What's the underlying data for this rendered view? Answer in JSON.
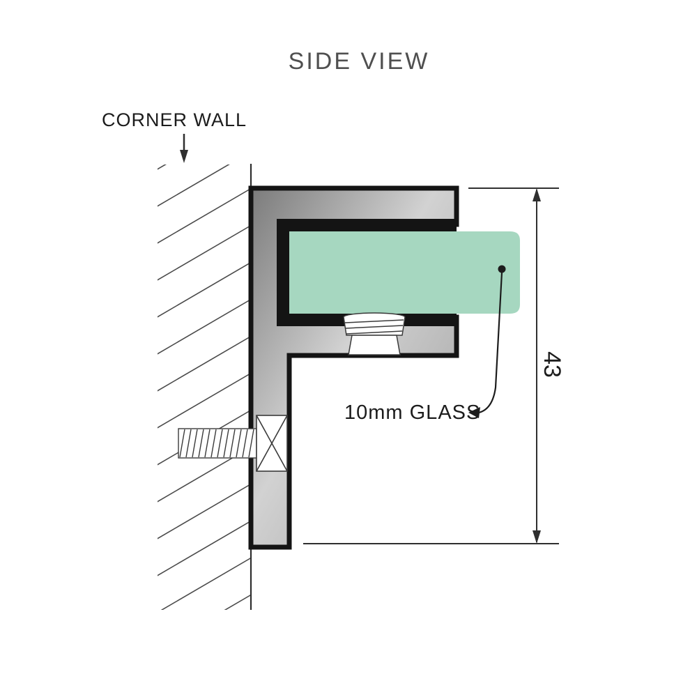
{
  "title": "SIDE VIEW",
  "labels": {
    "corner_wall": "CORNER WALL",
    "glass_note": "10mm GLASS",
    "dimension_height": "43"
  },
  "colors": {
    "background": "#ffffff",
    "glass": "#a6d7c0",
    "glass_edge": "#8fc5ad",
    "metal_light": "#d2d2d2",
    "metal_mid": "#9e9e9e",
    "metal_dark": "#7b7b7b",
    "outline": "#141414",
    "line": "#2f2f2f",
    "title_text": "#4f4f4f",
    "label_text": "#1c1c1c"
  }
}
